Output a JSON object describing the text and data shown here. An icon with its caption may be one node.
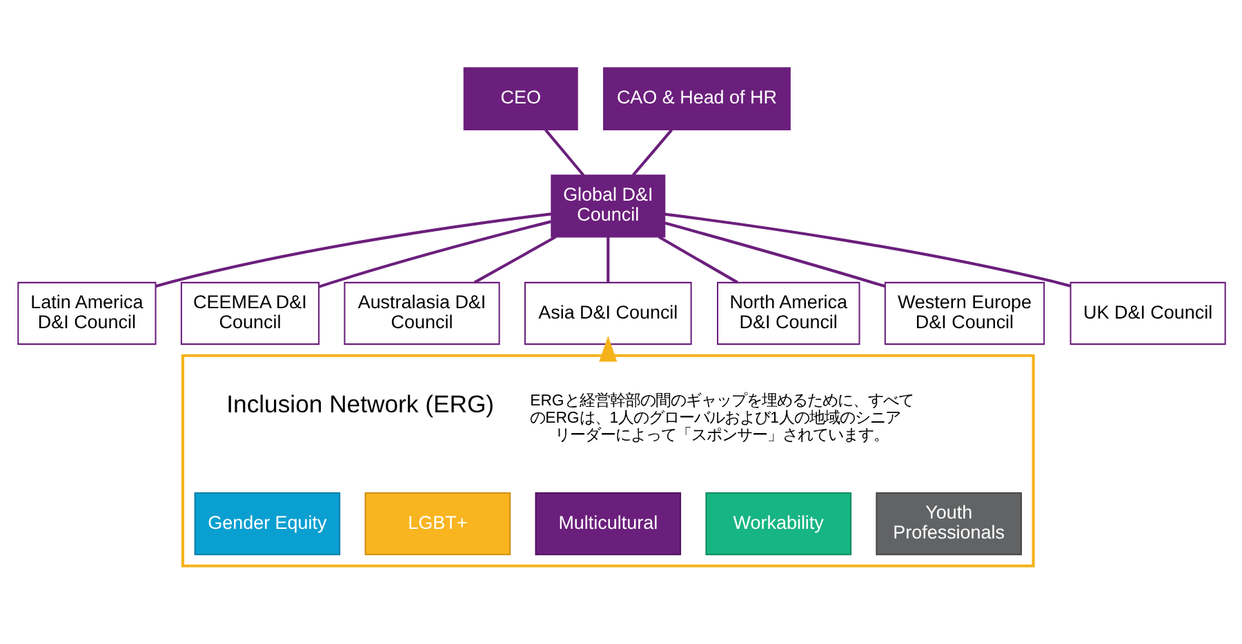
{
  "diagram": {
    "nodes": [
      {
        "text": [
          "CEO"
        ]
      },
      {
        "text": [
          "CAO & Head of HR"
        ]
      },
      {
        "text": [
          "Global D&I Council"
        ]
      },
      {
        "text": [
          "Latin America D&I Council"
        ]
      },
      {
        "text": [
          "CEEMEA D&I Council"
        ]
      },
      {
        "text": [
          "Australasia D&I Council"
        ]
      },
      {
        "text": [
          "Asia D&I Council"
        ]
      },
      {
        "text": [
          "North America D&I Council"
        ]
      },
      {
        "text": [
          "Western Europe D&I Council"
        ]
      },
      {
        "text": [
          "UK D&I Council"
        ]
      },
      {
        "text": [
          "Inclusion Network (ERG)",
          "ERGと経営幹部の間のギャップを埋めるために、すべてのERGは、1人のグローバルおよび1人の地域のシニアリーダーによって「スポンサー」されています。"
        ]
      },
      {
        "text": [
          "Gender Equity"
        ],
        "in": 10
      },
      {
        "text": [
          "LGBT+"
        ],
        "in": 10
      },
      {
        "text": [
          "Multicultural"
        ],
        "in": 10
      },
      {
        "text": [
          "Workability"
        ],
        "in": 10
      },
      {
        "text": [
          "Youth Professionals"
        ],
        "in": 10
      }
    ],
    "edges": [
      {
        "from": 0,
        "to": 2,
        "arrow": "none"
      },
      {
        "from": 1,
        "to": 2,
        "arrow": "none"
      },
      {
        "from": 2,
        "to": 3,
        "arrow": "none"
      },
      {
        "from": 2,
        "to": 4,
        "arrow": "none"
      },
      {
        "from": 2,
        "to": 5,
        "arrow": "none"
      },
      {
        "from": 2,
        "to": 6,
        "arrow": "none"
      },
      {
        "from": 2,
        "to": 7,
        "arrow": "none"
      },
      {
        "from": 2,
        "to": 8,
        "arrow": "none"
      },
      {
        "from": 2,
        "to": 9,
        "arrow": "none"
      },
      {
        "from": 10,
        "to": 6,
        "arrow": "to",
        "style": "thick",
        "color": "#f5b21b"
      }
    ]
  }
}
